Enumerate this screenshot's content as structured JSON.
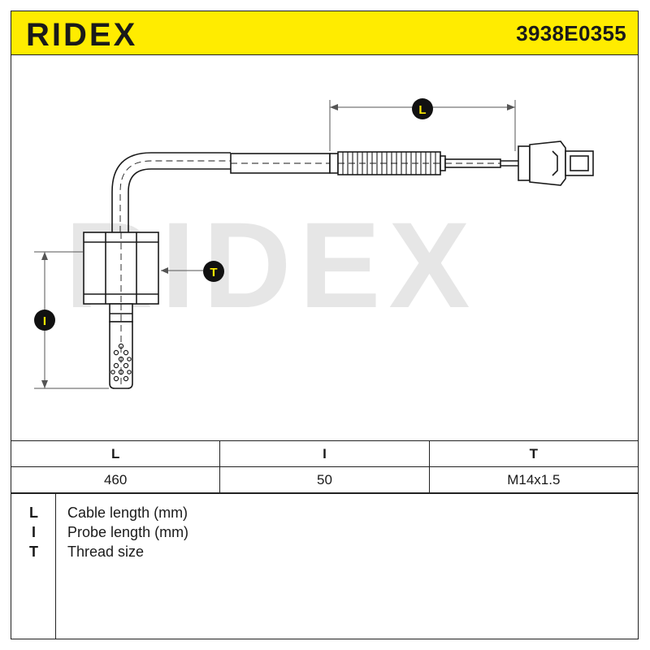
{
  "header": {
    "brand": "RIDEX",
    "part_number": "3938E0355"
  },
  "drawing": {
    "watermark": "RIDEX",
    "marker_L": "L",
    "marker_T": "T",
    "marker_I": "I"
  },
  "spec_table": {
    "headers": [
      "L",
      "I",
      "T"
    ],
    "values": [
      "460",
      "50",
      "M14x1.5"
    ]
  },
  "legend": [
    {
      "key": "L",
      "desc": "Cable length (mm)"
    },
    {
      "key": "I",
      "desc": "Probe length (mm)"
    },
    {
      "key": "T",
      "desc": "Thread size"
    }
  ],
  "colors": {
    "brand_yellow": "#ffec00",
    "line": "#1a1a1a",
    "watermark": "#e6e6e6"
  }
}
